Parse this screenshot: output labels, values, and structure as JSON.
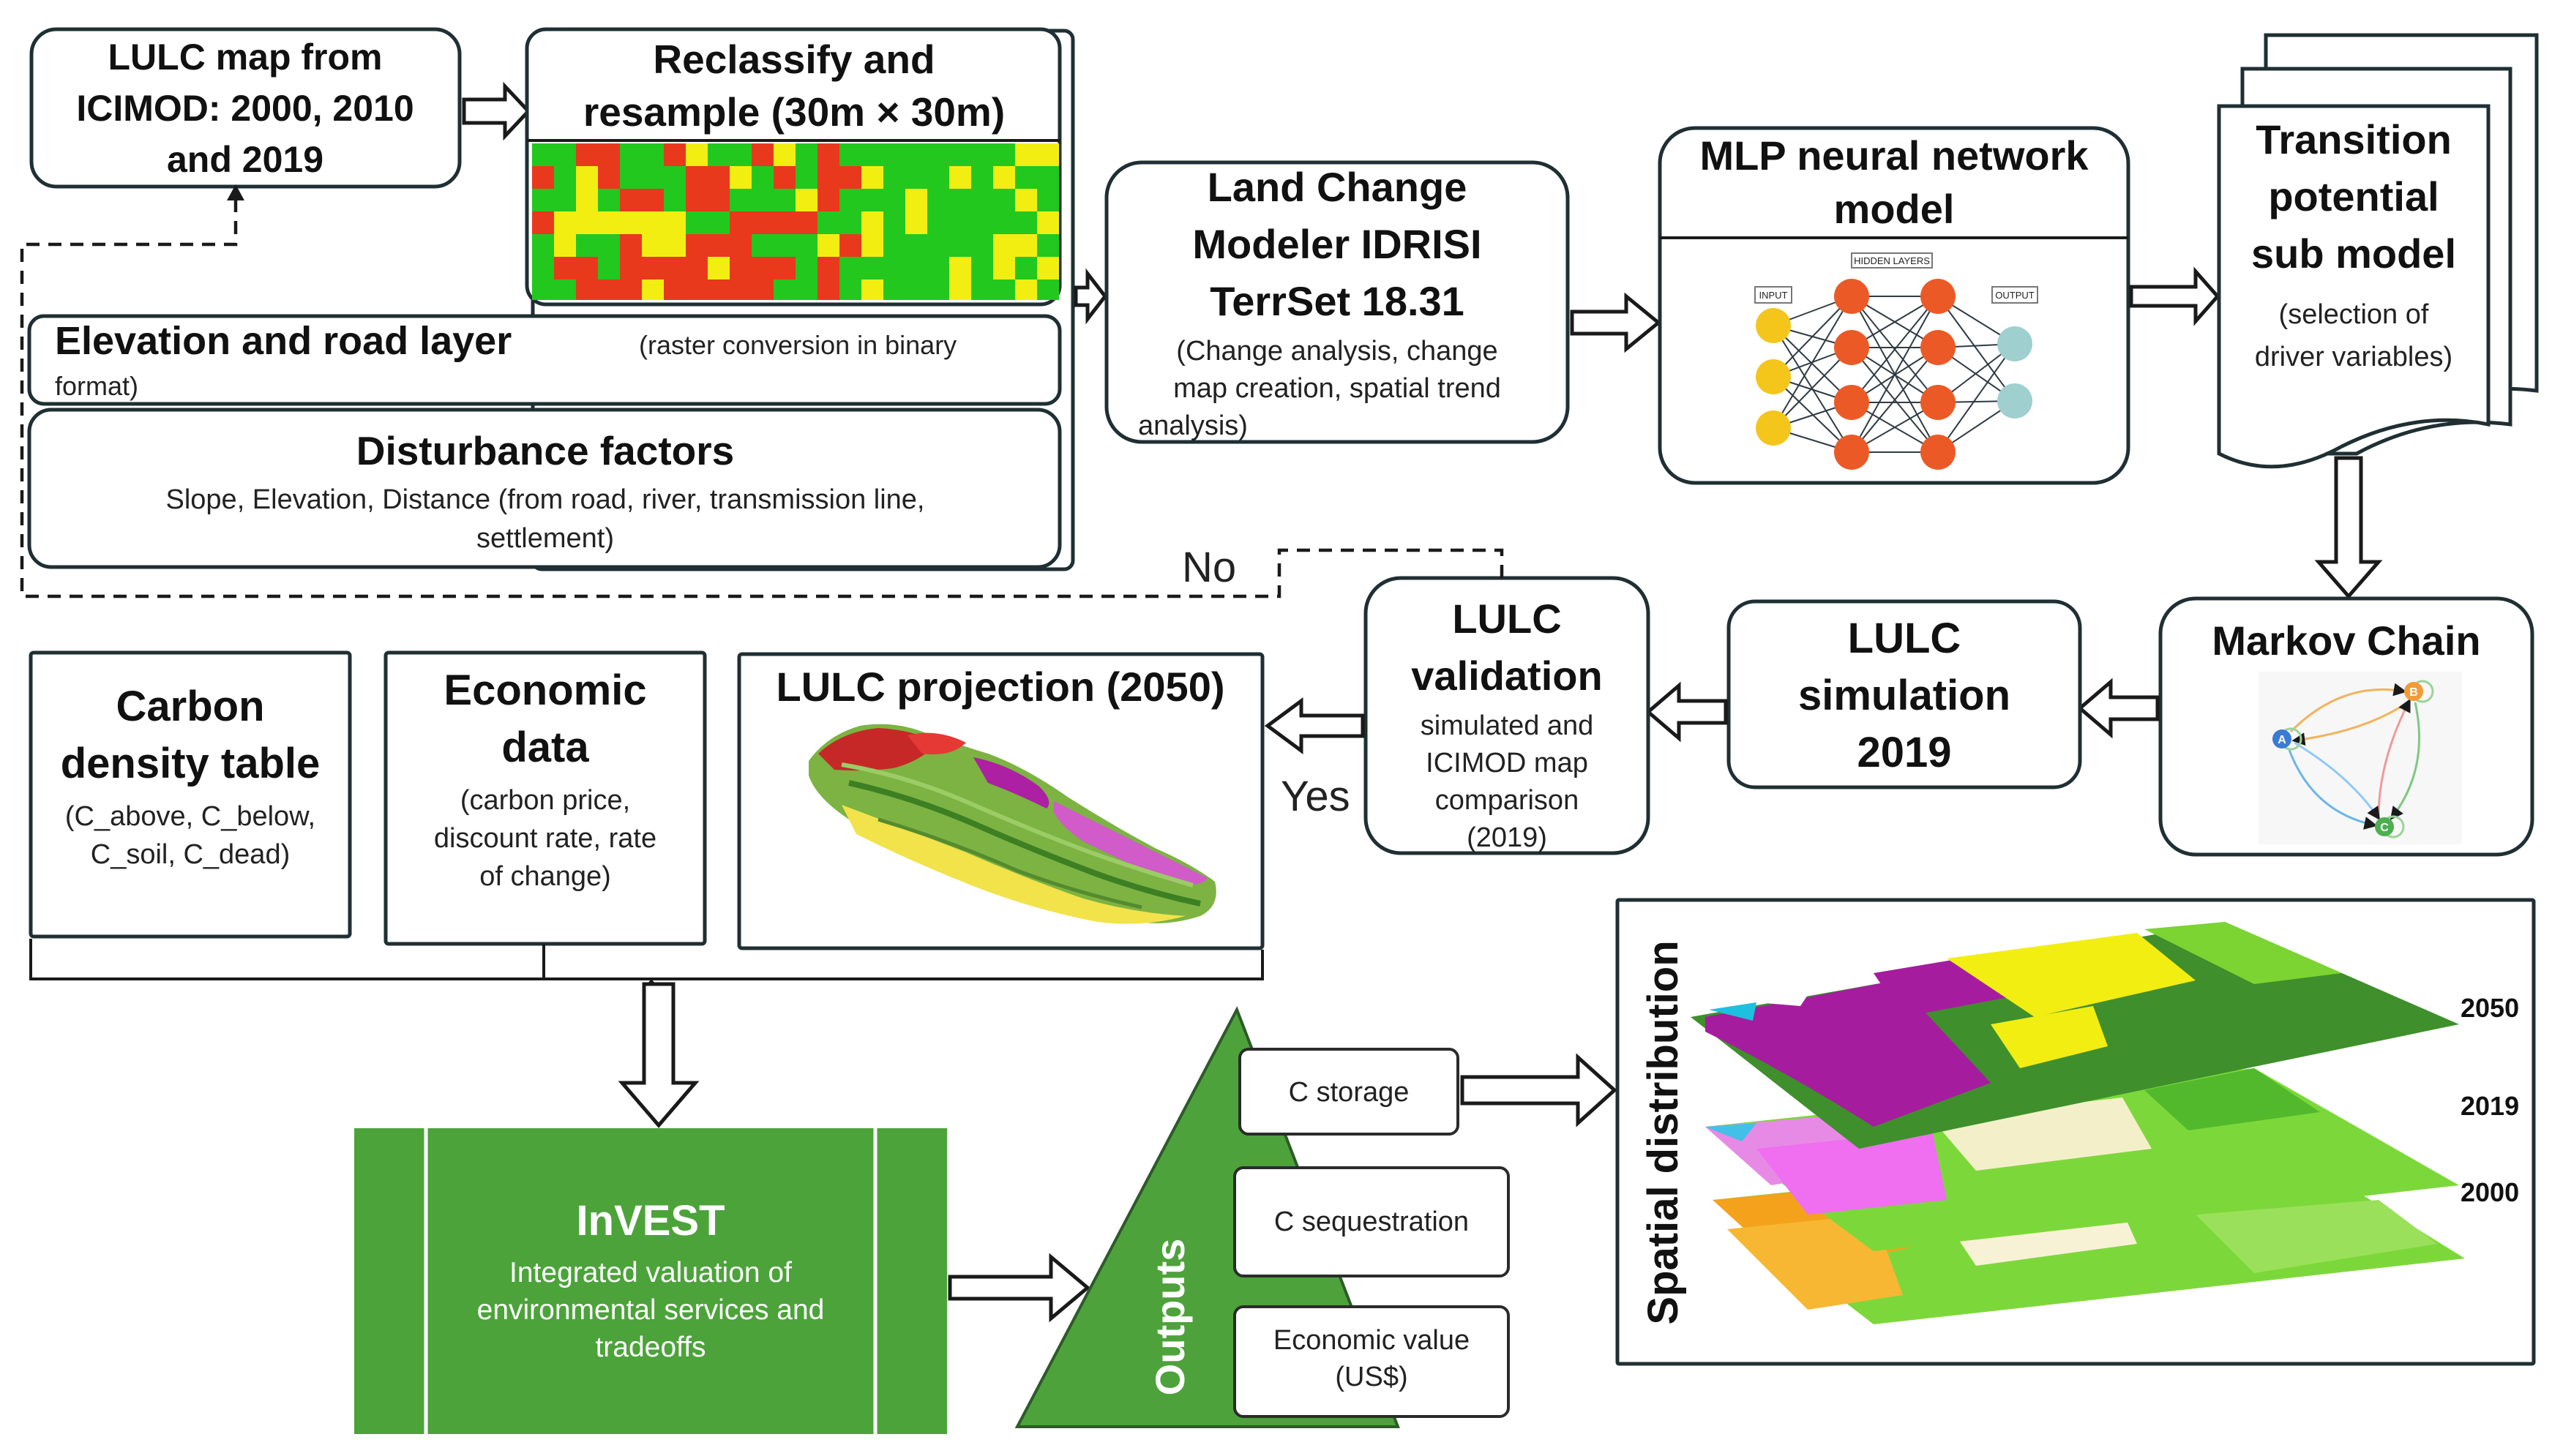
{
  "colors": {
    "grid_red": "#e8391d",
    "grid_green": "#22c81e",
    "grid_yellow": "#f2ee12",
    "invest_green": "#4ca33a",
    "triangle_green": "#4ea23b",
    "node_yellow": "#f4c61c",
    "node_orange": "#eb5a26",
    "node_teal": "#9fcfcf",
    "magenta": "#a61c9f",
    "lime": "#7bd432",
    "forest": "#3f8f2c",
    "orange": "#f4a21b",
    "pink": "#e78ae6"
  },
  "lulc_source": {
    "lines": [
      "LULC map from",
      "ICIMOD: 2000, 2010",
      "and 2019"
    ]
  },
  "reclassify": {
    "lines": [
      "Reclassify and",
      "resample (30m × 30m)"
    ]
  },
  "elevation_road": {
    "title": "Elevation  and  road  layer",
    "note_line1": "(raster conversion in binary",
    "note_line2": "format)"
  },
  "disturbance": {
    "title": "Disturbance factors",
    "lines": [
      "Slope, Elevation, Distance (from road, river, transmission line,",
      "settlement)"
    ]
  },
  "land_change": {
    "title_lines": [
      "Land Change",
      "Modeler IDRISI",
      "TerrSet 18.31"
    ],
    "note_lines": [
      "(Change   analysis,   change",
      "map creation, spatial trend",
      "analysis)"
    ]
  },
  "mlp": {
    "title_lines": [
      "MLP neural network",
      "model"
    ],
    "input_label": "INPUT",
    "hidden_label": "HIDDEN LAYERS",
    "output_label": "OUTPUT"
  },
  "transition": {
    "title_lines": [
      "Transition",
      "potential",
      "sub model"
    ],
    "note_lines": [
      "(selection of",
      "driver variables)"
    ]
  },
  "markov": {
    "title": "Markov Chain",
    "states": [
      "A",
      "B",
      "C"
    ]
  },
  "simulation": {
    "lines": [
      "LULC",
      "simulation",
      "2019"
    ]
  },
  "validation": {
    "title_lines": [
      "LULC",
      "validation"
    ],
    "note_lines": [
      "simulated and",
      "ICIMOD map",
      "comparison",
      "(2019)"
    ]
  },
  "decision": {
    "no_label": "No",
    "yes_label": "Yes"
  },
  "projection": {
    "title": "LULC projection (2050)"
  },
  "carbon_density": {
    "title_lines": [
      "Carbon",
      "density table"
    ],
    "note_lines": [
      "(C_above, C_below,",
      "C_soil, C_dead)"
    ]
  },
  "economic": {
    "title_lines": [
      "Economic",
      "data"
    ],
    "note_lines": [
      "(carbon price,",
      "discount rate, rate",
      "of change)"
    ]
  },
  "invest": {
    "title": "InVEST",
    "lines": [
      "Integrated valuation of",
      "environmental services and",
      "tradeoffs"
    ]
  },
  "outputs": {
    "label": "Outputs",
    "items": [
      {
        "lines": [
          "C storage"
        ]
      },
      {
        "lines": [
          "C sequestration"
        ]
      },
      {
        "lines": [
          "Economic value",
          "(US$)"
        ]
      }
    ]
  },
  "spatial": {
    "title": "Spatial distribution",
    "years": [
      "2050",
      "2019",
      "2000"
    ]
  }
}
